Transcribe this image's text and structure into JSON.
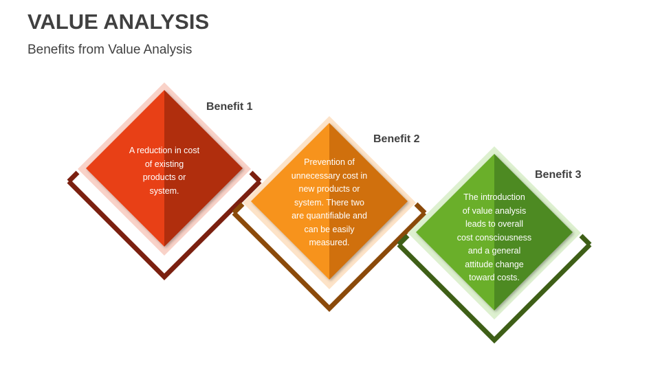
{
  "slide": {
    "title": "VALUE ANALYSIS",
    "subtitle": "Benefits from Value Analysis"
  },
  "benefits": [
    {
      "label": "Benefit 1",
      "text": "A reduction in cost\nof existing\nproducts or\nsystem.",
      "colors": {
        "light": "#E84118",
        "dark": "#B02E10",
        "halo": "#F9D2C8",
        "frame": "#7B2010"
      }
    },
    {
      "label": "Benefit 2",
      "text": "Prevention of\nunnecessary cost in\nnew products or\nsystem. There two\nare quantifiable and\ncan be easily\nmeasured.",
      "colors": {
        "light": "#F7931E",
        "dark": "#D0700A",
        "halo": "#FDE3C8",
        "frame": "#8B4A0A"
      }
    },
    {
      "label": "Benefit 3",
      "text": "The introduction\nof value analysis\nleads to overall\ncost consciousness\nand a general\nattitude change\ntoward costs.",
      "colors": {
        "light": "#6AAF2A",
        "dark": "#4E8A22",
        "halo": "#DDF0CF",
        "frame": "#3E5F17"
      }
    }
  ]
}
